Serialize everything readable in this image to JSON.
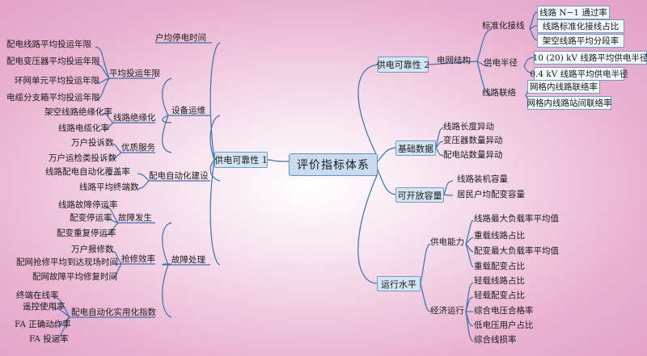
{
  "root": "评价指标体系",
  "branch1": {
    "label": "供电可靠性 1",
    "sub": {
      "outage": "户均停电时间",
      "equipment": {
        "label": "设备运维",
        "service_years": {
          "label": "平均投运年限",
          "items": [
            "配电线路平均投运年限",
            "配电变压器平均投运年限",
            "环网单元平均投运年限",
            "电缆分支箱平均投运年限"
          ]
        },
        "insulation": {
          "label": "线路绝缘化",
          "items": [
            "架空线路绝缘化率",
            "线路电缆化率"
          ]
        },
        "quality": {
          "label": "优质服务",
          "items": [
            "万户投诉数",
            "万户运检类投诉数"
          ]
        }
      },
      "automation": {
        "label": "配电自动化建设",
        "items": [
          "线路配电自动化覆盖率",
          "线路平均终端数"
        ]
      },
      "fault": {
        "label": "故障处理",
        "occurrence": {
          "label": "故障发生",
          "items": [
            "线路故障停运率",
            "配变停运率",
            "配变重复停运率"
          ]
        },
        "repair": {
          "label": "抢修效率",
          "items": [
            "万户报修数",
            "配网抢修平均到达现场时间",
            "配网故障平均修复时间"
          ]
        },
        "da_usage": {
          "label": "配电自动化实用化指数",
          "items": [
            "终端在线率",
            "遥控使用率",
            "FA 正确动作率",
            "FA 投运率"
          ]
        }
      }
    }
  },
  "branch2": {
    "label": "供电可靠性 2",
    "grid": {
      "label": "电网结构",
      "standard": {
        "label": "标准化接线",
        "items": [
          "线路 N−1 通过率",
          "线路标准化接线占比",
          "架空线路平均分段率"
        ]
      },
      "radius": {
        "label": "供电半径",
        "items": [
          "10 (20) kV 线路平均供电半径",
          "0.4 kV 线路平均供电半径"
        ]
      },
      "link": {
        "label": "线路联络",
        "items": [
          "网格内线路联络率",
          "网格内线路站间联络率"
        ]
      }
    }
  },
  "branch3": {
    "label": "基础数据",
    "items": [
      "线路长度异动",
      "变压器数量异动",
      "配电站数量异动"
    ]
  },
  "branch4": {
    "label": "可开放容量",
    "items": [
      "线路装机容量",
      "居民户均配变容量"
    ]
  },
  "branch5": {
    "label": "运行水平",
    "capacity": {
      "label": "供电能力",
      "items": [
        "线路最大负载率平均值",
        "重载线路占比",
        "配变最大负载率平均值",
        "重载配变占比"
      ]
    },
    "economy": {
      "label": "经济运行",
      "items": [
        "轻载线路占比",
        "轻载配变占比",
        "综合电压合格率",
        "低电压用户占比",
        "综合线损率"
      ]
    }
  },
  "colors": {
    "link": "#3f6fa8",
    "box_fill": "#d5e4f3",
    "box_border": "#6f9bc4"
  }
}
